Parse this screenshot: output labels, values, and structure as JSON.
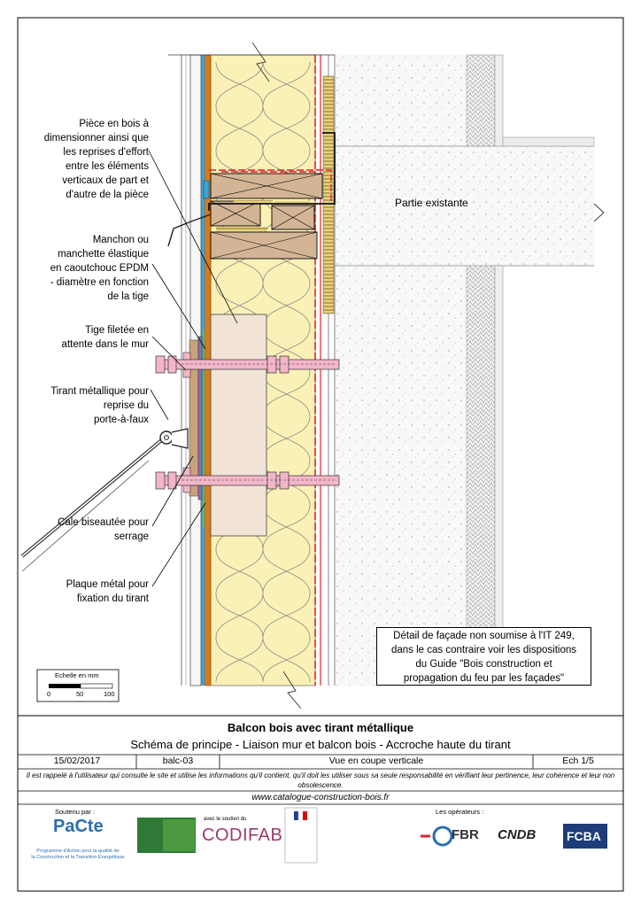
{
  "labels": {
    "piece_bois": [
      "Pièce en bois à",
      "dimensionner ainsi que",
      "les reprises d'effort",
      "entre les éléments",
      "verticaux de part et",
      "d'autre de la pièce"
    ],
    "manchon": [
      "Manchon ou",
      "manchette élastique",
      "en caoutchouc EPDM",
      "- diamètre en fonction",
      "de la tige"
    ],
    "tige": [
      "Tige filetée en",
      "attente dans le mur"
    ],
    "tirant": [
      "Tirant métallique pour",
      "reprise du",
      "porte-à-faux"
    ],
    "cale": [
      "Cale biseautée pour",
      "serrage"
    ],
    "plaque": [
      "Plaque métal pour",
      "fixation du tirant"
    ],
    "partie_existante": "Partie existante"
  },
  "note": [
    "Détail de façade non soumise à l'IT 249,",
    "dans le cas contraire voir les dispositions",
    "du Guide \"Bois construction et",
    "propagation du feu par les façades\""
  ],
  "scale": {
    "title": "Echelle en mm",
    "ticks": [
      "0",
      "50",
      "100"
    ]
  },
  "title_block": {
    "title": "Balcon bois avec tirant métallique",
    "subtitle": "Schéma de principe - Liaison mur et balcon bois - Accroche haute du tirant",
    "date": "15/02/2017",
    "ref": "balc-03",
    "view": "Vue en coupe verticale",
    "ech": "Ech 1/5",
    "disclaimer": "Il est rappelé à l'utilisateur qui consulte le site et utilise les informations qu'il contient, qu'il doit les utiliser sous sa seule responsabilité en vérifiant leur pertinence, leur cohérence et leur non obsolescence.",
    "website": "www.catalogue-construction-bois.fr"
  },
  "footer": {
    "soutenu": "Soutenu par :",
    "operateurs": "Les opérateurs :",
    "pacte": "PaCte",
    "pacte_tag": [
      "Programme d'Action pour la qualité de",
      "la Construction et la Transition Énergétique"
    ],
    "codifab_pre": "avec le soutien du",
    "codifab": "CODIFAB",
    "fbr": "FBR",
    "cndb": "CNDB",
    "fcba": "FCBA"
  },
  "colors": {
    "insulation": "#fbf1b6",
    "wood": "#d3b596",
    "concrete": "#f7f7f7",
    "red_line": "#e0202a",
    "bolt": "#f2b6c8",
    "blue_membrane": "#3aa3d8",
    "orange_board": "#d87a1a"
  }
}
